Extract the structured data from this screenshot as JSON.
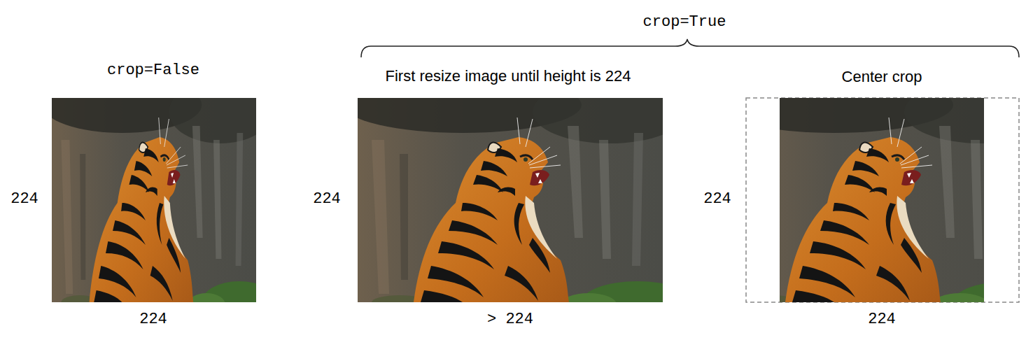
{
  "diagram": {
    "labels": [
      "crop=True",
      "crop=False",
      "First resize image until height is 224",
      "Center crop",
      "224",
      "224",
      "224",
      "224",
      "> 224",
      "224"
    ]
  }
}
